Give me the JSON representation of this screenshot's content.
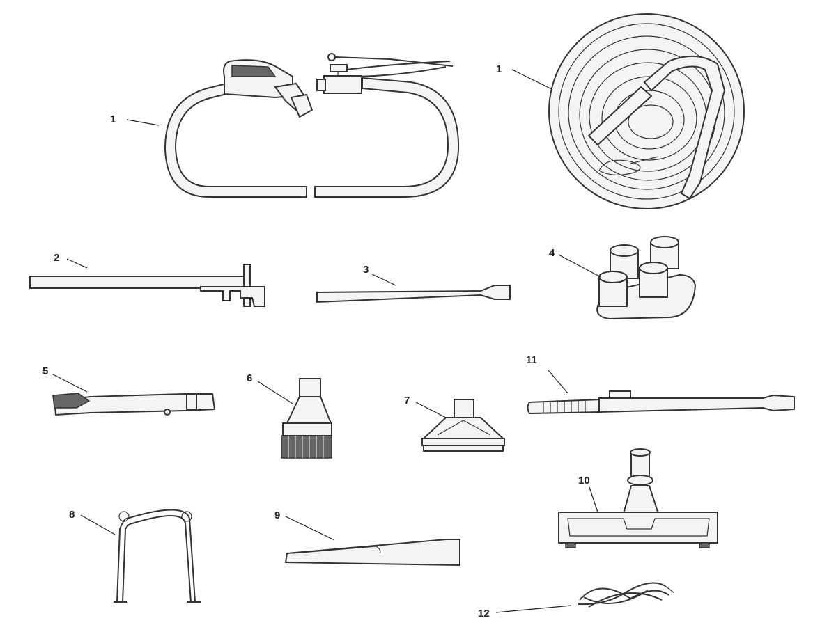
{
  "callouts": {
    "c1a": "1",
    "c1b": "1",
    "c2": "2",
    "c3": "3",
    "c4": "4",
    "c5": "5",
    "c6": "6",
    "c7": "7",
    "c8": "8",
    "c9": "9",
    "c10": "10",
    "c11": "11",
    "c12": "12"
  },
  "colors": {
    "line": "#333333",
    "background": "#ffffff"
  }
}
